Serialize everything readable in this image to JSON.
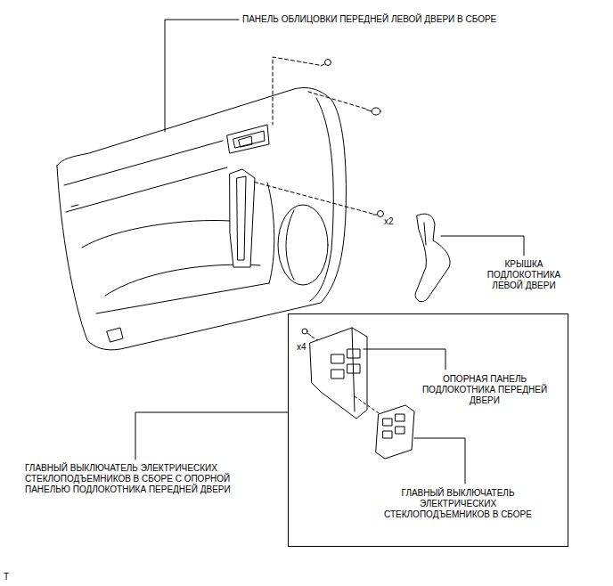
{
  "diagram": {
    "nodes": [
      {
        "text": [
          "x4",
          "ОПОРНАЯ ПАНЕЛЬ ПОДЛОКОТНИКА ПЕРЕДНЕЙ ДВЕРИ",
          "ГЛАВНЫЙ ВЫКЛЮЧАТЕЛЬ ЭЛЕКТРИЧЕСКИХ СТЕКЛОПОДЪЕМНИКОВ В СБОРЕ"
        ]
      }
    ],
    "edges": [],
    "labels": [
      "ПАНЕЛЬ ОБЛИЦОВКИ ПЕРЕДНЕЙ ЛЕВОЙ ДВЕРИ В СБОРЕ",
      "x2",
      "КРЫШКА ПОДЛОКОТНИКА ЛЕВОЙ ДВЕРИ",
      "ГЛАВНЫЙ ВЫКЛЮЧАТЕЛЬ ЭЛЕКТРИЧЕСКИХ СТЕКЛОПОДЪЕМНИКОВ В СБОРЕ С ОПОРНОЙ ПАНЕЛЬЮ ПОДЛОКОТНИКА ПЕРЕДНЕЙ ДВЕРИ",
      "T"
    ]
  }
}
